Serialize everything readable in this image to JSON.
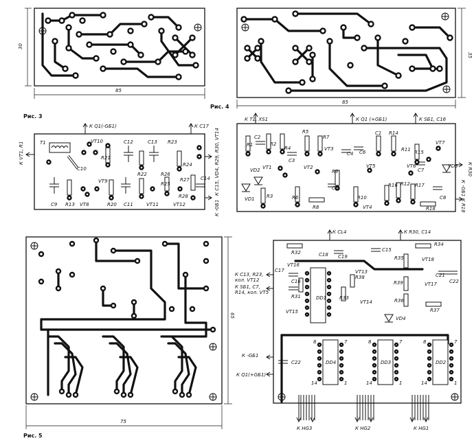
{
  "captions": {
    "fig3": "Рис. 3",
    "fig4": "Рис. 4",
    "fig5": "Рис. 5"
  },
  "dimensions": {
    "fig3_width": "85",
    "fig3_height": "30",
    "fig4_width": "85",
    "fig4_height": "35",
    "fig5_width": "75",
    "fig5_height": "65"
  },
  "fig3_labels": {
    "k_q1": "К Q1(-GБ1)",
    "k_c17": "К С17",
    "k_vt1": "К VT1, R1",
    "k_c15": "К С15, VD4, R29, R30, VT14",
    "k_gb1": "К -GБ1",
    "t1": "T1",
    "c10": "C10",
    "vt10": "VT10",
    "r21": "R21",
    "c12": "C12",
    "c13": "C13",
    "r23": "R23",
    "r24": "R24",
    "r22": "R22",
    "r26": "R26",
    "r25": "R25",
    "r27": "R27",
    "c14": "C14",
    "c9": "C9",
    "r13": "R13",
    "vt8": "VT8",
    "vt9": "VT9",
    "r20": "R20",
    "c11": "C11",
    "vt11": "VT11",
    "vt12": "VT12",
    "r28": "R28"
  },
  "fig4_labels": {
    "k_t1": "К T1, ХS1",
    "k_q1": "К Q1 (+GБ1)",
    "k_sb1": "К SБ1, С16",
    "k_r30": "К R30",
    "k_gb1": "К -GБ1 К R18",
    "r1": "R1",
    "c2": "C2",
    "r2": "R2",
    "r4": "R4",
    "r5": "R5",
    "r7": "R7",
    "vt3": "VT3",
    "c4": "C4",
    "c6": "C6",
    "r14": "R14",
    "r15": "R15",
    "vt7": "VT7",
    "vt1": "VT1",
    "c3": "C3",
    "vt2": "VT2",
    "r9": "R9",
    "c5": "C5",
    "vt5": "VT5",
    "vt6": "VT6",
    "c7": "C7",
    "vd3": "VD3",
    "vd2": "VD2",
    "vd1": "VD1",
    "r3": "R3",
    "r6": "R6",
    "r8": "R8",
    "r10": "R10",
    "vt4": "VT4",
    "r16": "R16",
    "r12": "R12",
    "r17": "R17",
    "r18": "R18",
    "c8": "C8",
    "r11": "R11",
    "c1": "C1"
  },
  "fig5_labels": {
    "k_cl4": "К CL4",
    "k_r30": "К R30, C14",
    "r32": "R32",
    "c18": "C18",
    "c19": "C19",
    "c15": "C15",
    "r34": "R34",
    "r35": "R35",
    "vt18": "VT18",
    "vt16": "VT16",
    "r38": "R38",
    "vt13": "VT13",
    "r39": "R39",
    "c21": "C21",
    "c22b": "C22",
    "k_c13": "К С13, R23,",
    "k_c13b": "кол. VT12",
    "k_sb1": "К SБ1, С7,",
    "k_sb1b": "R14, кол. VT5",
    "c17": "C17",
    "c16": "C16",
    "r31": "R31",
    "r33": "R33",
    "vt14": "VT14",
    "r36": "R36",
    "vt17": "VT17",
    "r37": "R37",
    "dd1": "DD1",
    "vt15": "VT15",
    "vd4": "VD4",
    "k_gb1": "К -GБ1",
    "c22": "C22",
    "k_q1": "К Q1(+GБ1)",
    "dd4": "DD4",
    "dd3": "DD3",
    "dd2": "DD2",
    "p8": "8",
    "p7": "7",
    "p14": "14",
    "p1": "1",
    "k_hg3": "К HG3",
    "k_hg2": "К HG2",
    "k_hg1": "К HG1"
  }
}
